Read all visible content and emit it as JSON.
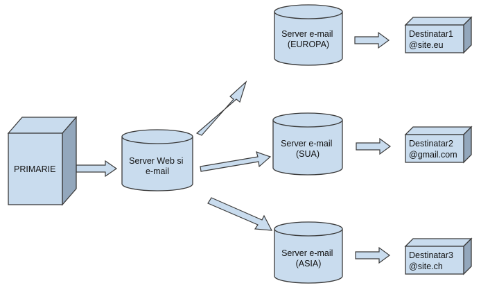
{
  "nodes": {
    "primarie": {
      "label": "PRIMARIE"
    },
    "web_server": {
      "label_lines": [
        "Server Web si",
        "e-mail"
      ]
    },
    "mail_europa": {
      "label_lines": [
        "Server e-mail",
        "(EUROPA)"
      ]
    },
    "mail_sua": {
      "label_lines": [
        "Server e-mail",
        "(SUA)"
      ]
    },
    "mail_asia": {
      "label_lines": [
        "Server e-mail",
        "(ASIA)"
      ]
    },
    "dest1": {
      "label_lines": [
        "Destinatar1",
        "@site.eu"
      ]
    },
    "dest2": {
      "label_lines": [
        "Destinatar2",
        "@gmail.com"
      ]
    },
    "dest3": {
      "label_lines": [
        "Destinatar3",
        "@site.ch"
      ]
    }
  },
  "edges": [
    {
      "from": "primarie",
      "to": "web_server"
    },
    {
      "from": "web_server",
      "to": "mail_europa"
    },
    {
      "from": "web_server",
      "to": "mail_sua"
    },
    {
      "from": "web_server",
      "to": "mail_asia"
    },
    {
      "from": "mail_europa",
      "to": "dest1"
    },
    {
      "from": "mail_sua",
      "to": "dest2"
    },
    {
      "from": "mail_asia",
      "to": "dest3"
    }
  ],
  "colors": {
    "fill": "#c9dcee",
    "side": "#93a7bc",
    "stroke": "#3a3a3a"
  }
}
